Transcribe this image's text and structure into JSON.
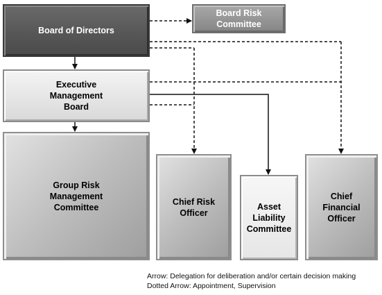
{
  "nodes": {
    "board_of_directors": "Board of Directors",
    "board_risk_committee": "Board Risk\nCommittee",
    "executive_management_board": "Executive\nManagement\nBoard",
    "group_risk_management_committee": "Group Risk\nManagement\nCommittee",
    "chief_risk_officer": "Chief Risk\nOfficer",
    "asset_liability_committee": "Asset\nLiability\nCommittee",
    "chief_financial_officer": "Chief\nFinancial\nOfficer"
  },
  "legend": {
    "arrow": "Arrow: Delegation for deliberation and/or certain decision making",
    "dotted_arrow": "Dotted Arrow: Appointment, Supervision"
  },
  "colors": {
    "dark_box": "#575757",
    "mid_box": "#959595",
    "light_box": "#e6e6e6",
    "line": "#111111"
  }
}
